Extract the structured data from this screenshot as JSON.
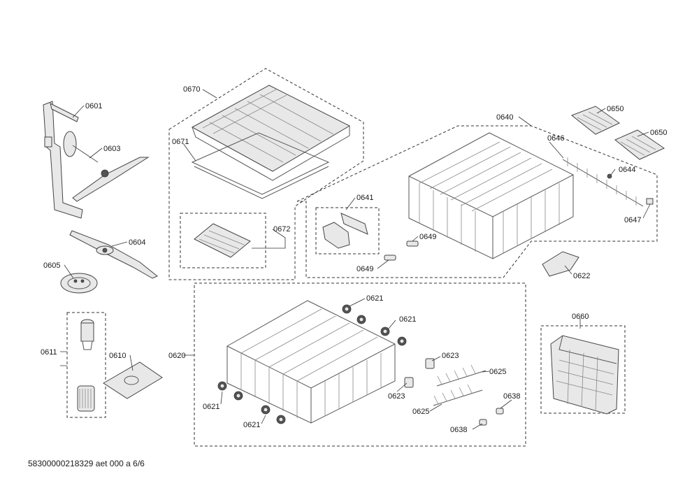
{
  "labels": {
    "p0601": "0601",
    "p0603": "0603",
    "p0604": "0604",
    "p0605": "0605",
    "p0611": "0611",
    "p0610": "0610",
    "p0670": "0670",
    "p0671": "0671",
    "p0672": "0672",
    "p0640": "0640",
    "p0641": "0641",
    "p0649a": "0649",
    "p0649b": "0649",
    "p0650a": "0650",
    "p0650b": "0650",
    "p0646": "0646",
    "p0644": "0644",
    "p0647": "0647",
    "p0622": "0622",
    "p0620": "0620",
    "p0621a": "0621",
    "p0621b": "0621",
    "p0621c": "0621",
    "p0621d": "0621",
    "p0623a": "0623",
    "p0623b": "0623",
    "p0625a": "0625",
    "p0625b": "0625",
    "p0638a": "0638",
    "p0638b": "0638",
    "p0660": "0660"
  },
  "footer": "58300000218329 aet 000 a 6/6"
}
